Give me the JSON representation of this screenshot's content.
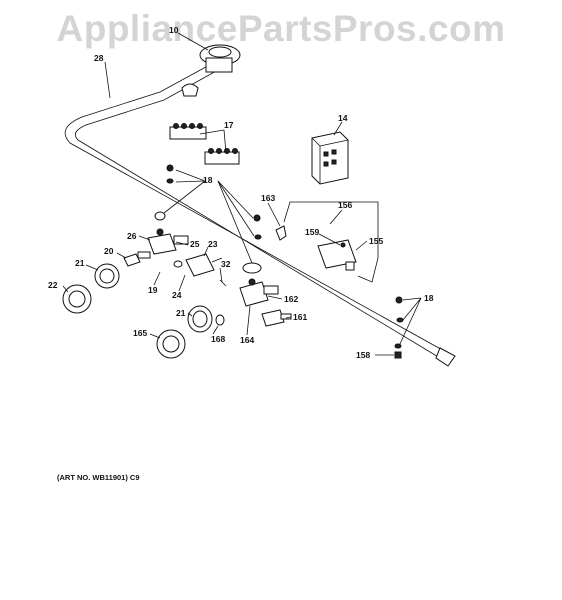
{
  "watermark": "AppliancePartsPros.com",
  "art_number": "(ART NO. WB11901) C9",
  "labels": {
    "p10": "10",
    "p28": "28",
    "p17": "17",
    "p14": "14",
    "p18a": "18",
    "p163": "163",
    "p156": "156",
    "p159": "159",
    "p155": "155",
    "p26": "26",
    "p25": "25",
    "p20": "20",
    "p23": "23",
    "p21a": "21",
    "p19": "19",
    "p24": "24",
    "p32": "32",
    "p22": "22",
    "p162": "162",
    "p18b": "18",
    "p161": "161",
    "p21b": "21",
    "p165": "165",
    "p168": "168",
    "p164": "164",
    "p158": "158"
  }
}
